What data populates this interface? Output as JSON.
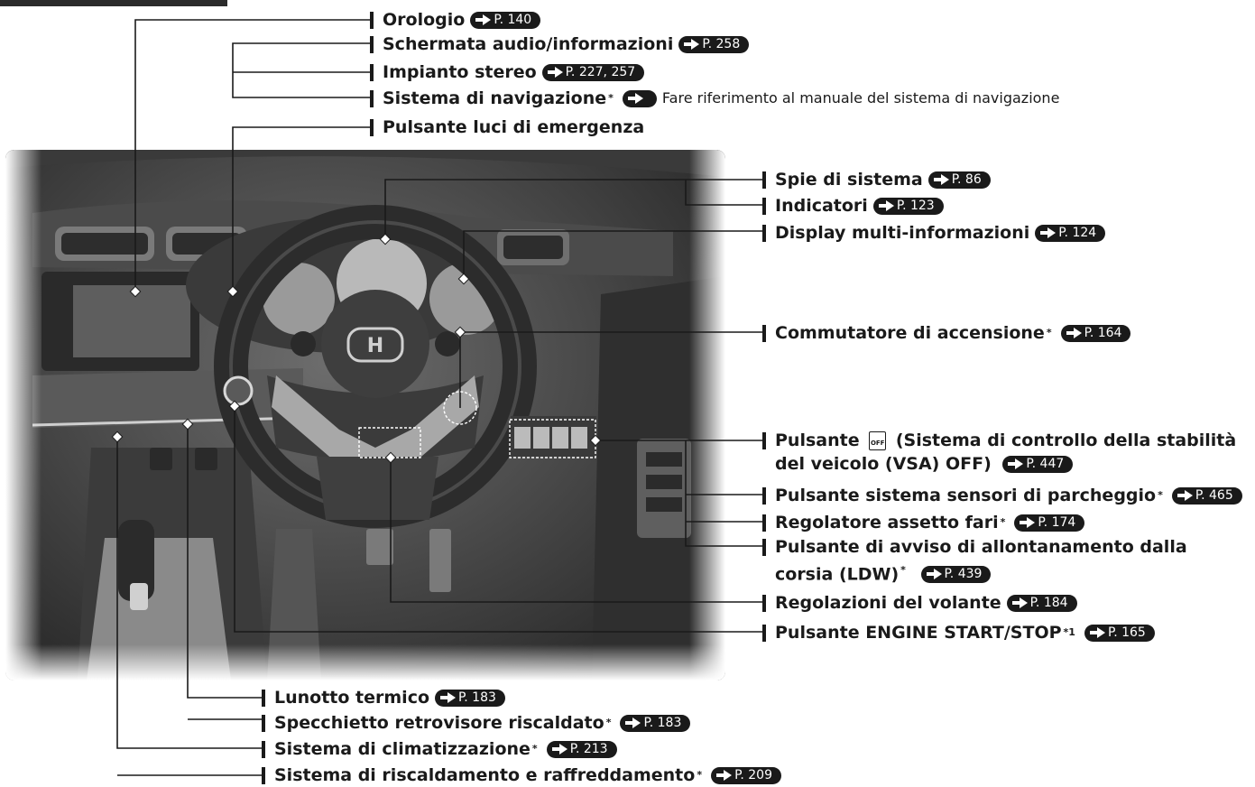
{
  "labels": {
    "orologio": {
      "text": "Orologio",
      "page": "P. 140"
    },
    "schermata": {
      "text": "Schermata audio/informazioni",
      "page": "P. 258"
    },
    "impianto": {
      "text": "Impianto stereo",
      "page": "P. 227, 257"
    },
    "navigazione": {
      "text": "Sistema di navigazione",
      "star": "*",
      "ref": "Fare riferimento al manuale del sistema di navigazione"
    },
    "emergenza": {
      "text": "Pulsante luci di emergenza"
    },
    "spie": {
      "text": "Spie di sistema",
      "page": "P. 86"
    },
    "indicatori": {
      "text": "Indicatori",
      "page": "P. 123"
    },
    "display": {
      "text": "Display multi-informazioni",
      "page": "P. 124"
    },
    "commutatore": {
      "text": "Commutatore di accensione",
      "star": "*",
      "page": "P. 164"
    },
    "vsa": {
      "line1_a": "Pulsante",
      "icon": "OFF",
      "line1_b": "(Sistema di controllo della stabilità",
      "line2": "del veicolo (VSA) OFF)",
      "page": "P. 447"
    },
    "sensori": {
      "text": "Pulsante sistema sensori di parcheggio",
      "star": "*",
      "page": "P. 465"
    },
    "assetto": {
      "text": "Regolatore assetto fari",
      "star": "*",
      "page": "P. 174"
    },
    "ldw": {
      "line1": "Pulsante di avviso di allontanamento dalla",
      "line2": "corsia (LDW)",
      "star": "*",
      "page": "P. 439"
    },
    "volante": {
      "text": "Regolazioni del volante",
      "page": "P. 184"
    },
    "engine": {
      "text": "Pulsante ENGINE START/STOP",
      "star": "*1",
      "page": "P. 165"
    },
    "lunotto": {
      "text": "Lunotto termico",
      "page": "P. 183"
    },
    "specchietto": {
      "text": "Specchietto retrovisore riscaldato",
      "star": "*",
      "page": "P. 183"
    },
    "climatizzazione": {
      "text": "Sistema di climatizzazione",
      "star": "*",
      "page": "P. 213"
    },
    "riscaldamento": {
      "text": "Sistema di riscaldamento e raffreddamento",
      "star": "*",
      "page": "P. 209"
    }
  },
  "honda_logo": "H"
}
